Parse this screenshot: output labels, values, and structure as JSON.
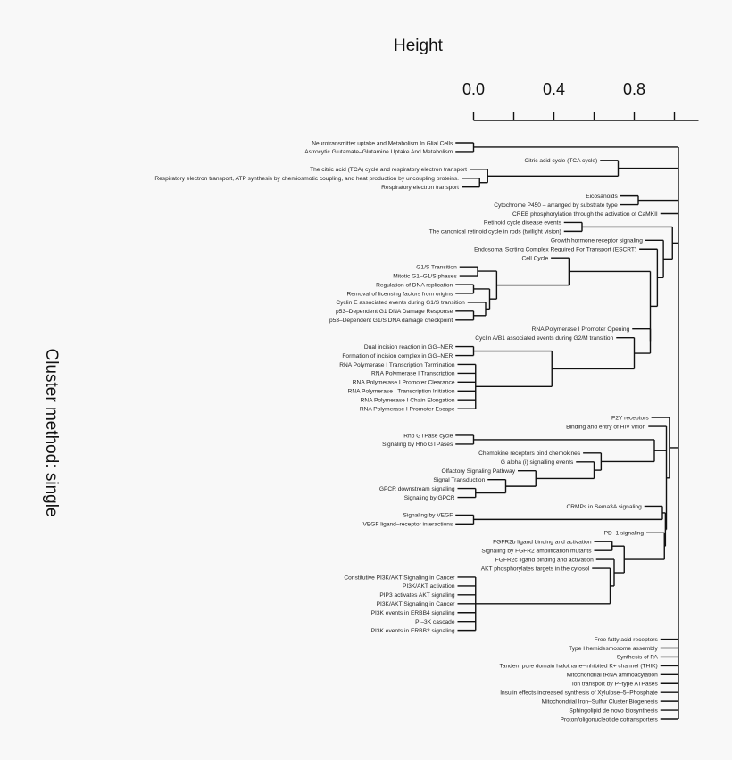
{
  "dendrogram": {
    "title": "Height",
    "ylabel": "Cluster method: single",
    "axis": {
      "range": [
        0,
        1.12
      ],
      "ticks": [
        0,
        0.2,
        0.4,
        0.6,
        0.8,
        1.0
      ],
      "tick_labels": [
        "0.0",
        "0.4",
        "0.8"
      ],
      "tick_label_values": [
        0,
        0.4,
        0.8
      ]
    },
    "hang": 0.09,
    "line_color": "#111111",
    "leaves": [
      "Neurotransmitter uptake and Metabolism In Glial Cells",
      "Astrocytic Glutamate–Glutamine Uptake And Metabolism",
      "Citric acid cycle (TCA cycle)",
      "The citric acid (TCA) cycle and respiratory electron transport",
      "Respiratory electron transport, ATP synthesis by chemiosmotic coupling, and heat production by uncoupling proteins.",
      "Respiratory electron transport",
      "Eicosanoids",
      "Cytochrome P450 – arranged by substrate type",
      "CREB phosphorylation through the activation of CaMKII",
      "Retinoid cycle disease events",
      "The canonical retinoid cycle in rods (twilight vision)",
      "Growth hormone receptor signaling",
      "Endosomal Sorting Complex Required For Transport (ESCRT)",
      "Cell Cycle",
      "G1/S Transition",
      "Mitotic G1–G1/S phases",
      "Regulation of DNA replication",
      "Removal of licensing factors from origins",
      "Cyclin E associated events during G1/S transition",
      "p53–Dependent G1 DNA Damage Response",
      "p53–Dependent G1/S DNA damage checkpoint",
      "RNA Polymerase I Promoter Opening",
      "Cyclin A/B1 associated events during G2/M transition",
      "Dual incision reaction in GG–NER",
      "Formation of incision complex in GG–NER",
      "RNA Polymerase I Transcription Termination",
      "RNA Polymerase I Transcription",
      "RNA Polymerase I Promoter Clearance",
      "RNA Polymerase I Transcription Initiation",
      "RNA Polymerase I Chain Elongation",
      "RNA Polymerase I Promoter Escape",
      "P2Y receptors",
      "Binding and entry of HIV virion",
      "Rho GTPase cycle",
      "Signaling by Rho GTPases",
      "Chemokine receptors bind chemokines",
      "G alpha (i) signalling events",
      "Olfactory Signaling Pathway",
      "Signal Transduction",
      "GPCR downstream signaling",
      "Signaling by GPCR",
      "CRMPs in Sema3A signaling",
      "Signaling by VEGF",
      "VEGF ligand–receptor interactions",
      "PD–1 signaling",
      "FGFR2b ligand binding and activation",
      "Signaling by FGFR2 amplification mutants",
      "FGFR2c ligand binding and activation",
      "AKT phosphorylates targets in the cytosol",
      "Constitutive PI3K/AKT Signaling in Cancer",
      "PI3K/AKT activation",
      "PIP3 activates AKT signaling",
      "PI3K/AKT Signaling in Cancer",
      "PI3K events in ERBB4 signaling",
      "PI–3K cascade",
      "PI3K events in ERBB2 signaling",
      "Free fatty acid receptors",
      "Type I hemidesmosome assembly",
      "Synthesis of PA",
      "Tandem pore domain halothane–inhibited K+ channel (THIK)",
      "Mitochondrial tRNA aminoacylation",
      "Ion transport by P–type ATPases",
      "Insulin effects increased synthesis of Xylulose–5–Phosphate",
      "Mitochondrial Iron–Sulfur Cluster Biogenesis",
      "Sphingolipid de novo biosynthesis",
      "Proton/oligonucleotide cotransporters"
    ],
    "tree": {
      "h": 1.02,
      "c": [
        {
          "h": 0.0,
          "c": [
            0,
            1
          ]
        },
        {
          "h": 0.72,
          "c": [
            2,
            {
              "h": 0.07,
              "c": [
                3,
                {
                  "h": 0.03,
                  "c": [
                    4,
                    5
                  ]
                }
              ]
            }
          ]
        },
        {
          "h": 0.82,
          "c": [
            6,
            7
          ]
        },
        8,
        {
          "h": 0.99,
          "c": [
            {
              "h": 0.54,
              "c": [
                9,
                10
              ]
            },
            {
              "h": 0.945,
              "c": [
                11,
                {
                  "h": 0.915,
                  "c": [
                    12,
                    {
                      "h": 0.88,
                      "c": [
                        {
                          "h": 0.475,
                          "c": [
                            13,
                            {
                              "h": 0.115,
                              "c": [
                                {
                                  "h": 0.02,
                                  "c": [
                                    14,
                                    15
                                  ]
                                },
                                {
                                  "h": 0.08,
                                  "c": [
                                    {
                                      "h": 0.0,
                                      "c": [
                                        16,
                                        17
                                      ]
                                    },
                                    {
                                      "h": 0.06,
                                      "c": [
                                        18,
                                        {
                                          "h": 0.0,
                                          "c": [
                                            19,
                                            20
                                          ]
                                        }
                                      ]
                                    }
                                  ]
                                }
                              ]
                            }
                          ]
                        },
                        {
                          "h": 0.88,
                          "c": [
                            21,
                            {
                              "h": 0.8,
                              "c": [
                                22,
                                {
                                  "h": 0.39,
                                  "c": [
                                    {
                                      "h": 0.0,
                                      "c": [
                                        23,
                                        24
                                      ]
                                    },
                                    {
                                      "h": 0.01,
                                      "c": [
                                        25,
                                        26,
                                        27,
                                        28,
                                        29,
                                        30
                                      ]
                                    }
                                  ]
                                }
                              ]
                            }
                          ]
                        }
                      ]
                    }
                  ]
                }
              ]
            }
          ]
        },
        {
          "h": 0.975,
          "c": [
            31,
            {
              "h": 0.96,
              "c": [
                32,
                {
                  "h": 0.9,
                  "c": [
                    {
                      "h": 0.0,
                      "c": [
                        33,
                        34
                      ]
                    },
                    {
                      "h": 0.635,
                      "c": [
                        35,
                        {
                          "h": 0.6,
                          "c": [
                            36,
                            {
                              "h": 0.31,
                              "c": [
                                37,
                                {
                                  "h": 0.16,
                                  "c": [
                                    38,
                                    {
                                      "h": 0.01,
                                      "c": [
                                        39,
                                        40
                                      ]
                                    }
                                  ]
                                }
                              ]
                            }
                          ]
                        }
                      ]
                    }
                  ]
                },
                {
                  "h": 0.955,
                  "c": [
                    {
                      "h": 0.94,
                      "c": [
                        41,
                        {
                          "h": 0.0,
                          "c": [
                            42,
                            43
                          ]
                        }
                      ]
                    },
                    {
                      "h": 0.95,
                      "c": [
                        44,
                        {
                          "h": 0.75,
                          "c": [
                            {
                              "h": 0.69,
                              "c": [
                                45,
                                46
                              ]
                            },
                            {
                              "h": 0.7,
                              "c": [
                                47,
                                {
                                  "h": 0.68,
                                  "c": [
                                    48,
                                    {
                                      "h": 0.01,
                                      "c": [
                                        49,
                                        50,
                                        51,
                                        52,
                                        53,
                                        54,
                                        55
                                      ]
                                    }
                                  ]
                                }
                              ]
                            }
                          ]
                        }
                      ]
                    }
                  ]
                }
              ]
            }
          ]
        },
        56,
        57,
        58,
        59,
        60,
        61,
        62,
        63,
        64,
        65
      ]
    }
  }
}
